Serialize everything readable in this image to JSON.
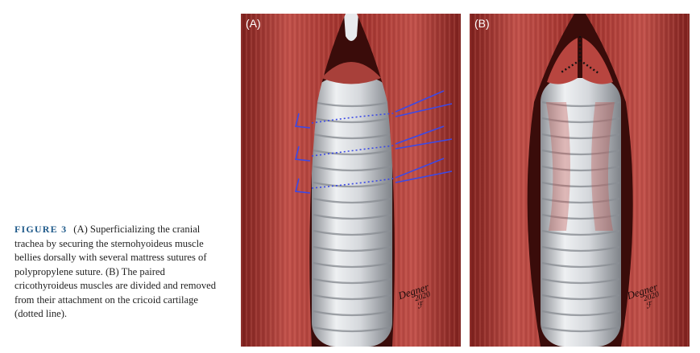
{
  "figure": {
    "label": "FIGURE 3",
    "caption": "(A) Superficializing the cranial trachea by securing the sternohyoideus muscle bellies dorsally with several mattress sutures of polypropylene suture. (B) The paired cricothyroideus muscles are divided and removed from their attachment on the cricoid cartilage (dotted line)."
  },
  "panels": [
    {
      "label": "(A)",
      "signature": {
        "name": "Degner",
        "year": "2020",
        "mark": "ℱ"
      }
    },
    {
      "label": "(B)",
      "signature": {
        "name": "Degner",
        "year": "2020",
        "mark": "ℱ"
      }
    }
  ],
  "colors": {
    "muscle": "#b8453f",
    "muscle_dark": "#7a1f1c",
    "cartilage": "#d9dcdf",
    "suture": "#3b49e6",
    "background_shadow": "#170707"
  }
}
